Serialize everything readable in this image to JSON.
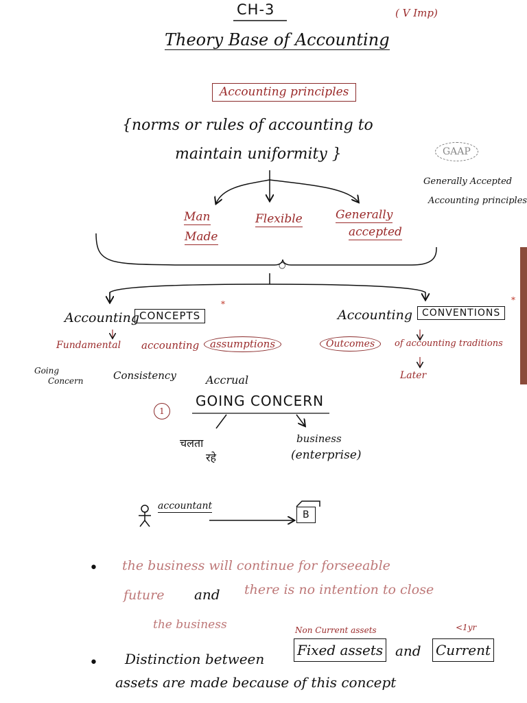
{
  "header": {
    "chapter": "CH-3",
    "importance": "( V Imp)",
    "title": "Theory Base of Accounting"
  },
  "principles": {
    "title": "Accounting principles",
    "definition_line1": "{norms or rules of accounting to",
    "definition_line2": "maintain uniformity }",
    "gaap": "GAAP",
    "gaap_full_line1": "Generally Accepted",
    "gaap_full_line2": "Accounting principles",
    "features": {
      "man_line1": "Man",
      "man_line2": "Made",
      "flexible": "Flexible",
      "generally_line1": "Generally",
      "generally_line2": "accepted"
    }
  },
  "concepts": {
    "prefix": "Accounting",
    "boxed": "CONCEPTS",
    "desc_fundamental": "Fundamental",
    "desc_accounting": "accounting",
    "desc_assumptions": "assumptions",
    "items": {
      "going_line1": "Going",
      "going_line2": "Concern",
      "consistency": "Consistency",
      "accrual": "Accrual"
    }
  },
  "conventions": {
    "prefix": "Accounting",
    "boxed": "CONVENTIONS",
    "desc_outcomes": "Outcomes",
    "desc_rest": "of accounting traditions",
    "later": "Later"
  },
  "going_concern": {
    "number": "1",
    "title": "GOING CONCERN",
    "hindi_line1": "चलता",
    "hindi_line2": "रहे",
    "business": "business",
    "enterprise": "(enterprise)",
    "accountant": "accountant",
    "b_box": "B"
  },
  "notes": {
    "bullet1_line1": "the business will continue for forseeable",
    "bullet1_line2_a": "future",
    "bullet1_line2_b": "and",
    "bullet1_line2_c": "there is no intention to close",
    "bullet1_line3": "the business",
    "noncurrent": "Non Current assets",
    "lt1yr": "<1yr",
    "bullet2_a": "Distinction between",
    "bullet2_fixed": "Fixed assets",
    "bullet2_and": "and",
    "bullet2_current": "Current",
    "bullet2_line2": "assets are made because of this concept"
  },
  "colors": {
    "ink": "#111111",
    "red_ink": "#9a2a2a",
    "paper": "#ffffff"
  }
}
